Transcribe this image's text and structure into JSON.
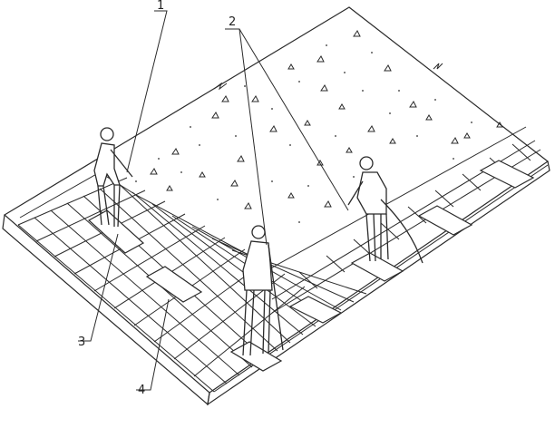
{
  "figure": {
    "callouts": [
      {
        "id": "1",
        "label": "1"
      },
      {
        "id": "2",
        "label": "2"
      },
      {
        "id": "3",
        "label": "3"
      },
      {
        "id": "4",
        "label": "4"
      }
    ]
  },
  "colors": {
    "stroke": "#2a2a2a",
    "paper": "#ffffff"
  }
}
